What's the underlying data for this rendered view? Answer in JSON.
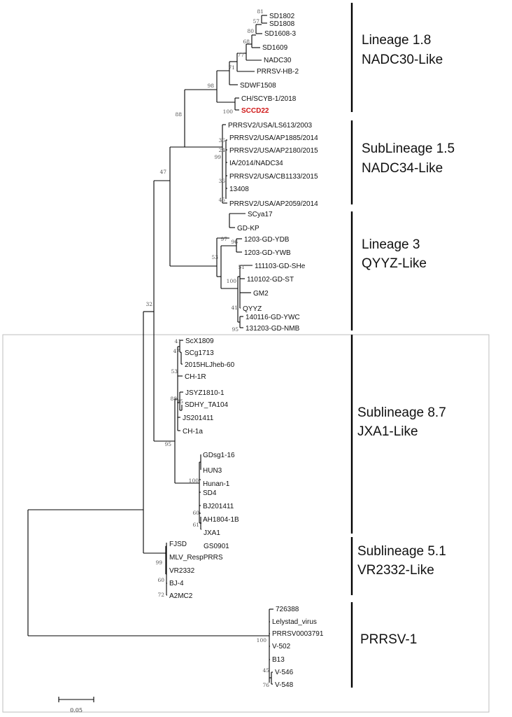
{
  "tree": {
    "highlight_color": "#d01616",
    "taxa": {
      "sd1802": "SD1802",
      "sd1808": "SD1808",
      "sd1608_3": "SD1608-3",
      "sd1609": "SD1609",
      "nadc30": "NADC30",
      "prrsv_hb_2": "PRRSV-HB-2",
      "sdwf1508": "SDWF1508",
      "ch_scyb_1_2018": "CH/SCYB-1/2018",
      "sccd22": "SCCD22",
      "ls613_2003": "PRRSV2/USA/LS613/2003",
      "ap1885_2014": "PRRSV2/USA/AP1885/2014",
      "ap2180_2015": "PRRSV2/USA/AP2180/2015",
      "ia_2014_nadc34": "IA/2014/NADC34",
      "cb1133_2015": "PRRSV2/USA/CB1133/2015",
      "t13408": "13408",
      "ap2059_2014": "PRRSV2/USA/AP2059/2014",
      "scya17": "SCya17",
      "gd_kp": "GD-KP",
      "ydb_1203": "1203-GD-YDB",
      "ywb_1203": "1203-GD-YWB",
      "she_111103": "111103-GD-SHe",
      "st_110102": "110102-GD-ST",
      "gm2": "GM2",
      "qyyz": "QYYZ",
      "ywc_140116": "140116-GD-YWC",
      "nmb_131203": "131203-GD-NMB",
      "scx1809": "ScX1809",
      "scg1713": "SCg1713",
      "hljheb60": "2015HLJheb-60",
      "ch_1r": "CH-1R",
      "jsyz1810_1": "JSYZ1810-1",
      "sdhy_ta104": "SDHY_TA104",
      "js201411": "JS201411",
      "ch_1a": "CH-1a",
      "gdsg1_16": "GDsg1-16",
      "hun3": "HUN3",
      "hunan_1": "Hunan-1",
      "sd4": "SD4",
      "bj201411": "BJ201411",
      "ah1804_1b": "AH1804-1B",
      "jxa1": "JXA1",
      "gs0901": "GS0901",
      "fjsd": "FJSD",
      "mlv_resp": "MLV_RespPRRS",
      "vr2332": "VR2332",
      "bj_4": "BJ-4",
      "a2mc2": "A2MC2",
      "t726388": "726388",
      "lelystad": "Lelystad_virus",
      "prrsv0003791": "PRRSV0003791",
      "v_502": "V-502",
      "b13": "B13",
      "v_546": "V-546",
      "v_548": "V-548"
    },
    "bootstrap": {
      "sd1802": "81",
      "sd1808": "57",
      "sd1608": "80",
      "sd1609": "68",
      "nadc30": "77",
      "hb2": "71",
      "lineage18": "98",
      "sccd22": "100",
      "lin18_15": "88",
      "ap1885": "36",
      "ap2180": "24",
      "nadc34": "99",
      "cb1133": "36",
      "ap2059": "45",
      "upper": "47",
      "gdkp": "97",
      "lineage3": "53",
      "ydb": "96",
      "she": "51",
      "st": "100",
      "qyyz": "41",
      "nmb": "95",
      "root_prrsv2": "32",
      "scx": "41",
      "scg": "47",
      "hlj": "53",
      "jsyz": "88",
      "sdhy": "35",
      "lin87": "95",
      "sd4": "100",
      "jxa1": "60",
      "gs0901": "61",
      "vr_clade": "99",
      "bj4": "60",
      "a2mc2": "72",
      "prrsv1": "100",
      "v546": "45",
      "v548": "76"
    },
    "clades": {
      "lineage_1_8": {
        "line1": "Lineage 1.8",
        "line2": "NADC30-Like"
      },
      "sublineage_1_5": {
        "line1": "SubLineage 1.5",
        "line2": "NADC34-Like"
      },
      "lineage_3": {
        "line1": "Lineage 3",
        "line2": "QYYZ-Like"
      },
      "sublineage_8_7": {
        "line1": "Sublineage 8.7",
        "line2": "JXA1-Like"
      },
      "sublineage_5_1": {
        "line1": "Sublineage 5.1",
        "line2": "VR2332-Like"
      },
      "prrsv_1": {
        "line1": "PRRSV-1"
      }
    },
    "scale_bar": {
      "label": "0.05"
    }
  }
}
